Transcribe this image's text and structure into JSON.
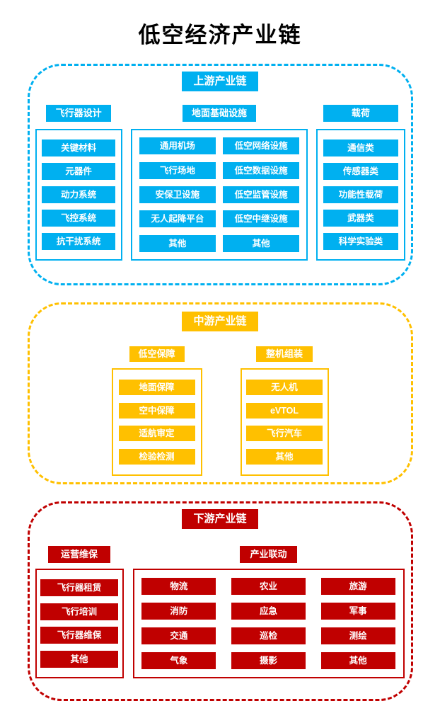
{
  "title": "低空经济产业链",
  "colors": {
    "upstream": "#00B0F0",
    "midstream": "#FFC000",
    "downstream": "#C00000",
    "title_text": "#000000",
    "item_text": "#FFFFFF",
    "background": "#FFFFFF"
  },
  "sections": [
    {
      "id": "upstream",
      "label": "上游产业链",
      "groups": [
        {
          "label": "飞行器设计",
          "items": [
            "关键材料",
            "元器件",
            "动力系统",
            "飞控系统",
            "抗干扰系统"
          ]
        },
        {
          "label": "地面基础设施",
          "columns": [
            [
              "通用机场",
              "飞行场地",
              "安保卫设施",
              "无人起降平台",
              "其他"
            ],
            [
              "低空网络设施",
              "低空数据设施",
              "低空监管设施",
              "低空中继设施",
              "其他"
            ]
          ]
        },
        {
          "label": "载荷",
          "items": [
            "通信类",
            "传感器类",
            "功能性载荷",
            "武器类",
            "科学实验类"
          ]
        }
      ]
    },
    {
      "id": "midstream",
      "label": "中游产业链",
      "groups": [
        {
          "label": "低空保障",
          "items": [
            "地面保障",
            "空中保障",
            "适航审定",
            "检验检测"
          ]
        },
        {
          "label": "整机组装",
          "items": [
            "无人机",
            "eVTOL",
            "飞行汽车",
            "其他"
          ]
        }
      ]
    },
    {
      "id": "downstream",
      "label": "下游产业链",
      "groups": [
        {
          "label": "运营维保",
          "items": [
            "飞行器租赁",
            "飞行培训",
            "飞行器维保",
            "其他"
          ]
        },
        {
          "label": "产业联动",
          "grid": [
            [
              "物流",
              "农业",
              "旅游"
            ],
            [
              "消防",
              "应急",
              "军事"
            ],
            [
              "交通",
              "巡检",
              "测绘"
            ],
            [
              "气象",
              "摄影",
              "其他"
            ]
          ]
        }
      ]
    }
  ]
}
